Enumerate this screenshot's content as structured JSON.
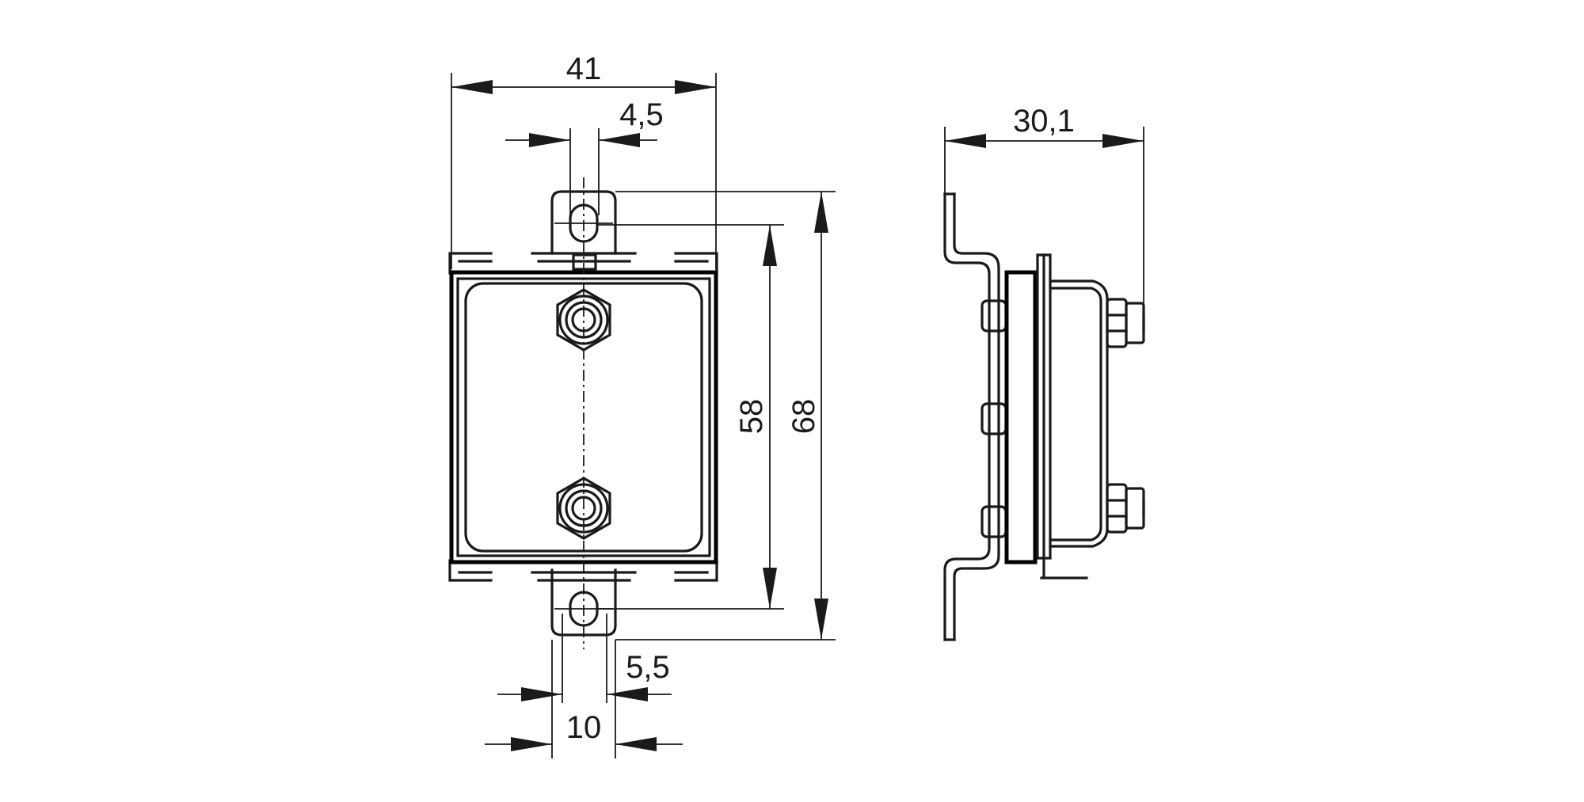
{
  "drawing": {
    "front_view": {
      "dimensions": {
        "overall_width": "41",
        "slot_width": "4,5",
        "hole_spacing": "58",
        "overall_height": "68",
        "hole_diameter": "5,5",
        "tab_width": "10"
      }
    },
    "side_view": {
      "dimensions": {
        "depth": "30,1"
      }
    },
    "colors": {
      "line": "#1a1a1a",
      "background": "#ffffff"
    }
  }
}
